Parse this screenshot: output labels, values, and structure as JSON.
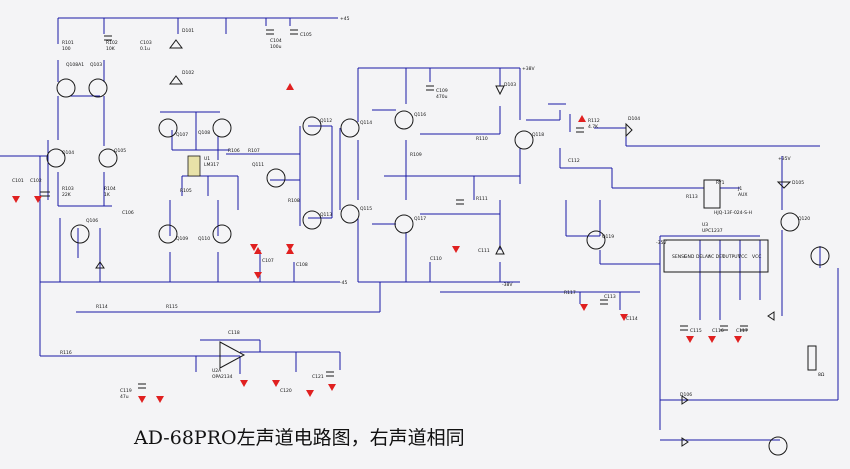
{
  "caption": "AD-68PRO左声道电路图，右声道相同",
  "colors": {
    "wire": "#1a1aa6",
    "component": "#1a1a1a",
    "ground": "#e02020",
    "chip": "#e8e2a8",
    "background": "#f4f4f6"
  },
  "rails": {
    "pos": "+45",
    "neg": "-45",
    "v38p": "+38V",
    "v38n": "-38V",
    "v35p": "+35V",
    "v35n": "-35V"
  },
  "transistors": {
    "q1": "Q108A1",
    "q2": "Q103",
    "q3": "Q104",
    "q4": "Q105",
    "q5": "Q106",
    "q6": "Q107",
    "q7": "Q108",
    "q8": "Q109",
    "q9": "Q110",
    "q10": "Q111",
    "q11": "Q112",
    "q12": "Q113",
    "q13": "Q114",
    "q14": "Q115",
    "q15": "Q116",
    "q16": "Q117",
    "q17": "Q118",
    "q18": "Q119",
    "q19": "Q120"
  },
  "labels": {
    "j1": "J1",
    "j1b": "AUX",
    "k1": "RY1",
    "k1b": "HJQ-13F-024-S-H",
    "u1": "U1",
    "u1b": "LM317",
    "u2": "U2A",
    "u2b": "OPA2134",
    "u3": "U3",
    "u3b": "UPC1237",
    "chip_pins": [
      "SENSE",
      "GND",
      "DELAY",
      "AC DET",
      "OUTPUT",
      "VCC",
      "VCC"
    ],
    "r1": "R101",
    "r2": "R102",
    "r3": "R103",
    "r4": "R104",
    "r5": "R105",
    "r6": "R106",
    "r7": "R107",
    "r8": "R108",
    "r9": "R109",
    "r10": "R110",
    "r11": "R111",
    "r12": "R112",
    "r13": "R113",
    "r14": "R114",
    "r15": "R115",
    "r16": "R116",
    "r17": "R117",
    "d1": "D101",
    "d2": "D102",
    "d3": "D103",
    "d4": "D104",
    "d5": "D105",
    "d6": "D106",
    "c1": "C101",
    "c2": "C102",
    "c3": "C103",
    "c4": "C104",
    "c5": "C105",
    "c6": "C106",
    "c7": "C107",
    "c8": "C108",
    "c9": "C109",
    "c10": "C110",
    "c11": "C111",
    "c12": "C112",
    "c13": "C113",
    "c14": "C114",
    "c15": "C115",
    "c16": "C116",
    "c17": "C117",
    "c18": "C118",
    "c19": "C119",
    "c20": "C120",
    "c21": "C121",
    "v1": "100",
    "v2": "10K",
    "v3": "22K",
    "v4": "1K",
    "v5": "47u",
    "v6": "100u",
    "v7": "470u",
    "v8": "0.1u",
    "v9": "4.7K",
    "v10": "8Ω"
  }
}
